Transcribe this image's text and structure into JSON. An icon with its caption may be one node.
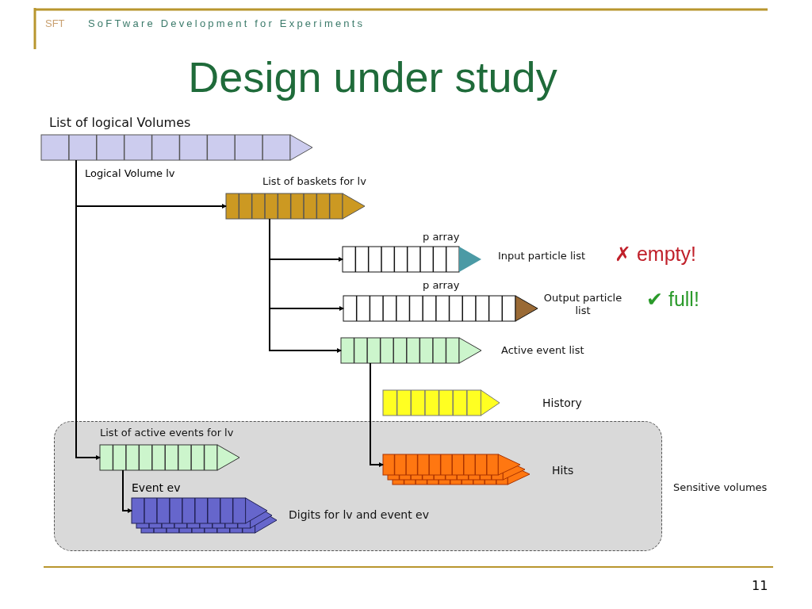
{
  "diagram": {
    "title": "Design under study",
    "nodes": [
      {
        "text": [
          "List of logical Volumes"
        ]
      },
      {
        "text": [
          "List of baskets for lv"
        ]
      },
      {
        "text": [
          "p array",
          "Input particle list"
        ]
      },
      {
        "text": [
          "p array",
          "Output particle list"
        ]
      },
      {
        "text": [
          "Active event list"
        ]
      },
      {
        "text": [
          "History"
        ]
      },
      {
        "text": [
          "Sensitive volumes"
        ]
      },
      {
        "text": [
          "List of active events for lv"
        ],
        "in": 6
      },
      {
        "text": [
          "Hits"
        ],
        "in": 6
      },
      {
        "text": [
          "Digits for lv and event ev"
        ],
        "in": 6
      }
    ],
    "edges": [
      {
        "from": 0,
        "to": 1,
        "arrow": "to"
      },
      {
        "from": 0,
        "to": 7,
        "arrow": "to"
      },
      {
        "from": 1,
        "to": 2,
        "arrow": "to"
      },
      {
        "from": 1,
        "to": 3,
        "arrow": "to"
      },
      {
        "from": 1,
        "to": 4,
        "arrow": "to"
      },
      {
        "from": 4,
        "to": 8,
        "arrow": "to"
      },
      {
        "from": 7,
        "to": 9,
        "arrow": "to"
      }
    ],
    "labels": [
      "SFT",
      "SoFTware Development for Experiments",
      "✗ empty!",
      "✔ full!",
      "Logical Volume lv",
      "Event ev",
      "11"
    ]
  }
}
